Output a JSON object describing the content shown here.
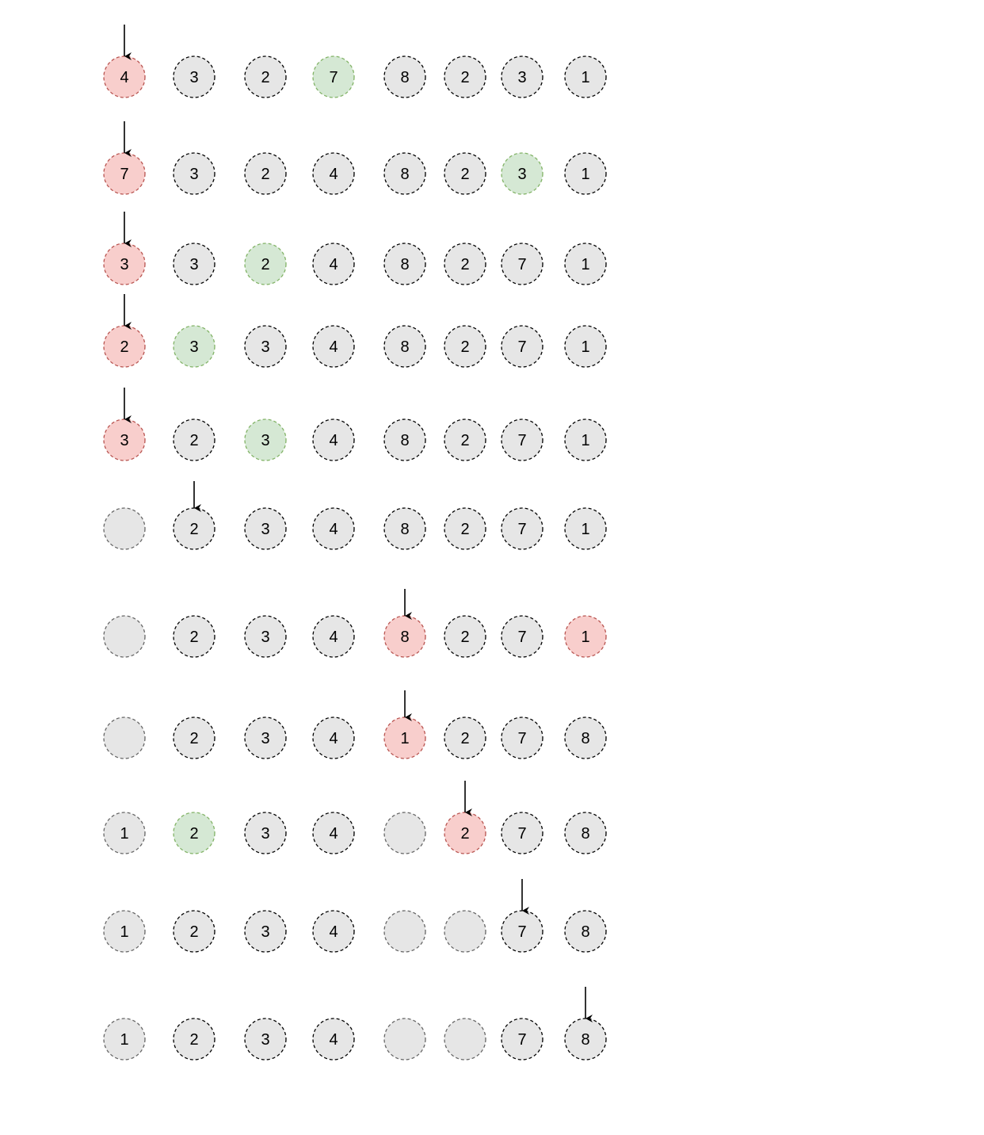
{
  "colors": {
    "normal_fill": "#e6e6e6",
    "normal_stroke": "#000000",
    "empty_stroke": "#666666",
    "red_fill": "#f8cecc",
    "red_stroke": "#b85450",
    "green_fill": "#d5e8d4",
    "green_stroke": "#82b366",
    "arrow": "#000000"
  },
  "rows": [
    {
      "values": [
        "4",
        "3",
        "2",
        "7",
        "8",
        "2",
        "3",
        "1"
      ],
      "red": [
        0
      ],
      "green": [
        3
      ],
      "arrow": 0
    },
    {
      "values": [
        "7",
        "3",
        "2",
        "4",
        "8",
        "2",
        "3",
        "1"
      ],
      "red": [
        0
      ],
      "green": [
        6
      ],
      "arrow": 0
    },
    {
      "values": [
        "3",
        "3",
        "2",
        "4",
        "8",
        "2",
        "7",
        "1"
      ],
      "red": [
        0
      ],
      "green": [
        2
      ],
      "arrow": 0
    },
    {
      "values": [
        "2",
        "3",
        "3",
        "4",
        "8",
        "2",
        "7",
        "1"
      ],
      "red": [
        0
      ],
      "green": [
        1
      ],
      "arrow": 0
    },
    {
      "values": [
        "3",
        "2",
        "3",
        "4",
        "8",
        "2",
        "7",
        "1"
      ],
      "red": [
        0
      ],
      "green": [
        2
      ],
      "arrow": 0
    },
    {
      "values": [
        "",
        "2",
        "3",
        "4",
        "8",
        "2",
        "7",
        "1"
      ],
      "red": [],
      "green": [],
      "arrow": 1
    },
    {
      "values": [
        "",
        "2",
        "3",
        "4",
        "8",
        "2",
        "7",
        "1"
      ],
      "red": [
        4,
        7
      ],
      "green": [],
      "arrow": 4
    },
    {
      "values": [
        "",
        "2",
        "3",
        "4",
        "1",
        "2",
        "7",
        "8"
      ],
      "red": [
        4
      ],
      "green": [],
      "arrow": 4
    },
    {
      "values": [
        "1",
        "2",
        "3",
        "4",
        "",
        "2",
        "7",
        "8"
      ],
      "red": [
        5
      ],
      "green": [
        1
      ],
      "arrow": 5
    },
    {
      "values": [
        "1",
        "2",
        "3",
        "4",
        "",
        "",
        "7",
        "8"
      ],
      "red": [],
      "green": [],
      "arrow": 6
    },
    {
      "values": [
        "1",
        "2",
        "3",
        "4",
        "",
        "",
        "7",
        "8"
      ],
      "red": [],
      "green": [],
      "arrow": 7
    }
  ]
}
